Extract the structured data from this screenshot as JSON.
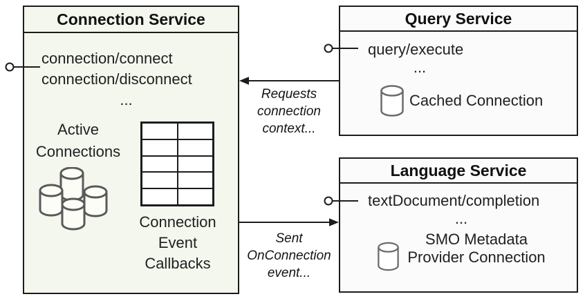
{
  "colors": {
    "connection_box_fill": "#f4f7ee",
    "service_box_fill": "#fbfbfc",
    "box_border": "#1c1c1c",
    "cluster_cylinder_stroke": "#595959",
    "icon_cylinder_stroke": "#6b6b6b",
    "arrow_color": "#1c1c1c",
    "page_background": "#ffffff"
  },
  "connection_service": {
    "title": "Connection Service",
    "methods": [
      "connection/connect",
      "connection/disconnect",
      "..."
    ],
    "active_connections": {
      "lines": [
        "Active",
        "Connections"
      ]
    },
    "callbacks_table": {
      "rows": 5,
      "cols": 2,
      "label_lines": [
        "Connection",
        "Event",
        "Callbacks"
      ]
    }
  },
  "query_service": {
    "title": "Query Service",
    "methods": [
      "query/execute",
      "..."
    ],
    "cached_connection_label": "Cached Connection"
  },
  "language_service": {
    "title": "Language Service",
    "methods": [
      "textDocument/completion",
      "..."
    ],
    "smo_label_lines": [
      "SMO Metadata",
      "Provider Connection"
    ]
  },
  "arrows": {
    "requests": {
      "label_lines": [
        "Requests",
        "connection",
        "context..."
      ]
    },
    "sent": {
      "label_lines": [
        "Sent",
        "OnConnection",
        "event..."
      ]
    }
  }
}
